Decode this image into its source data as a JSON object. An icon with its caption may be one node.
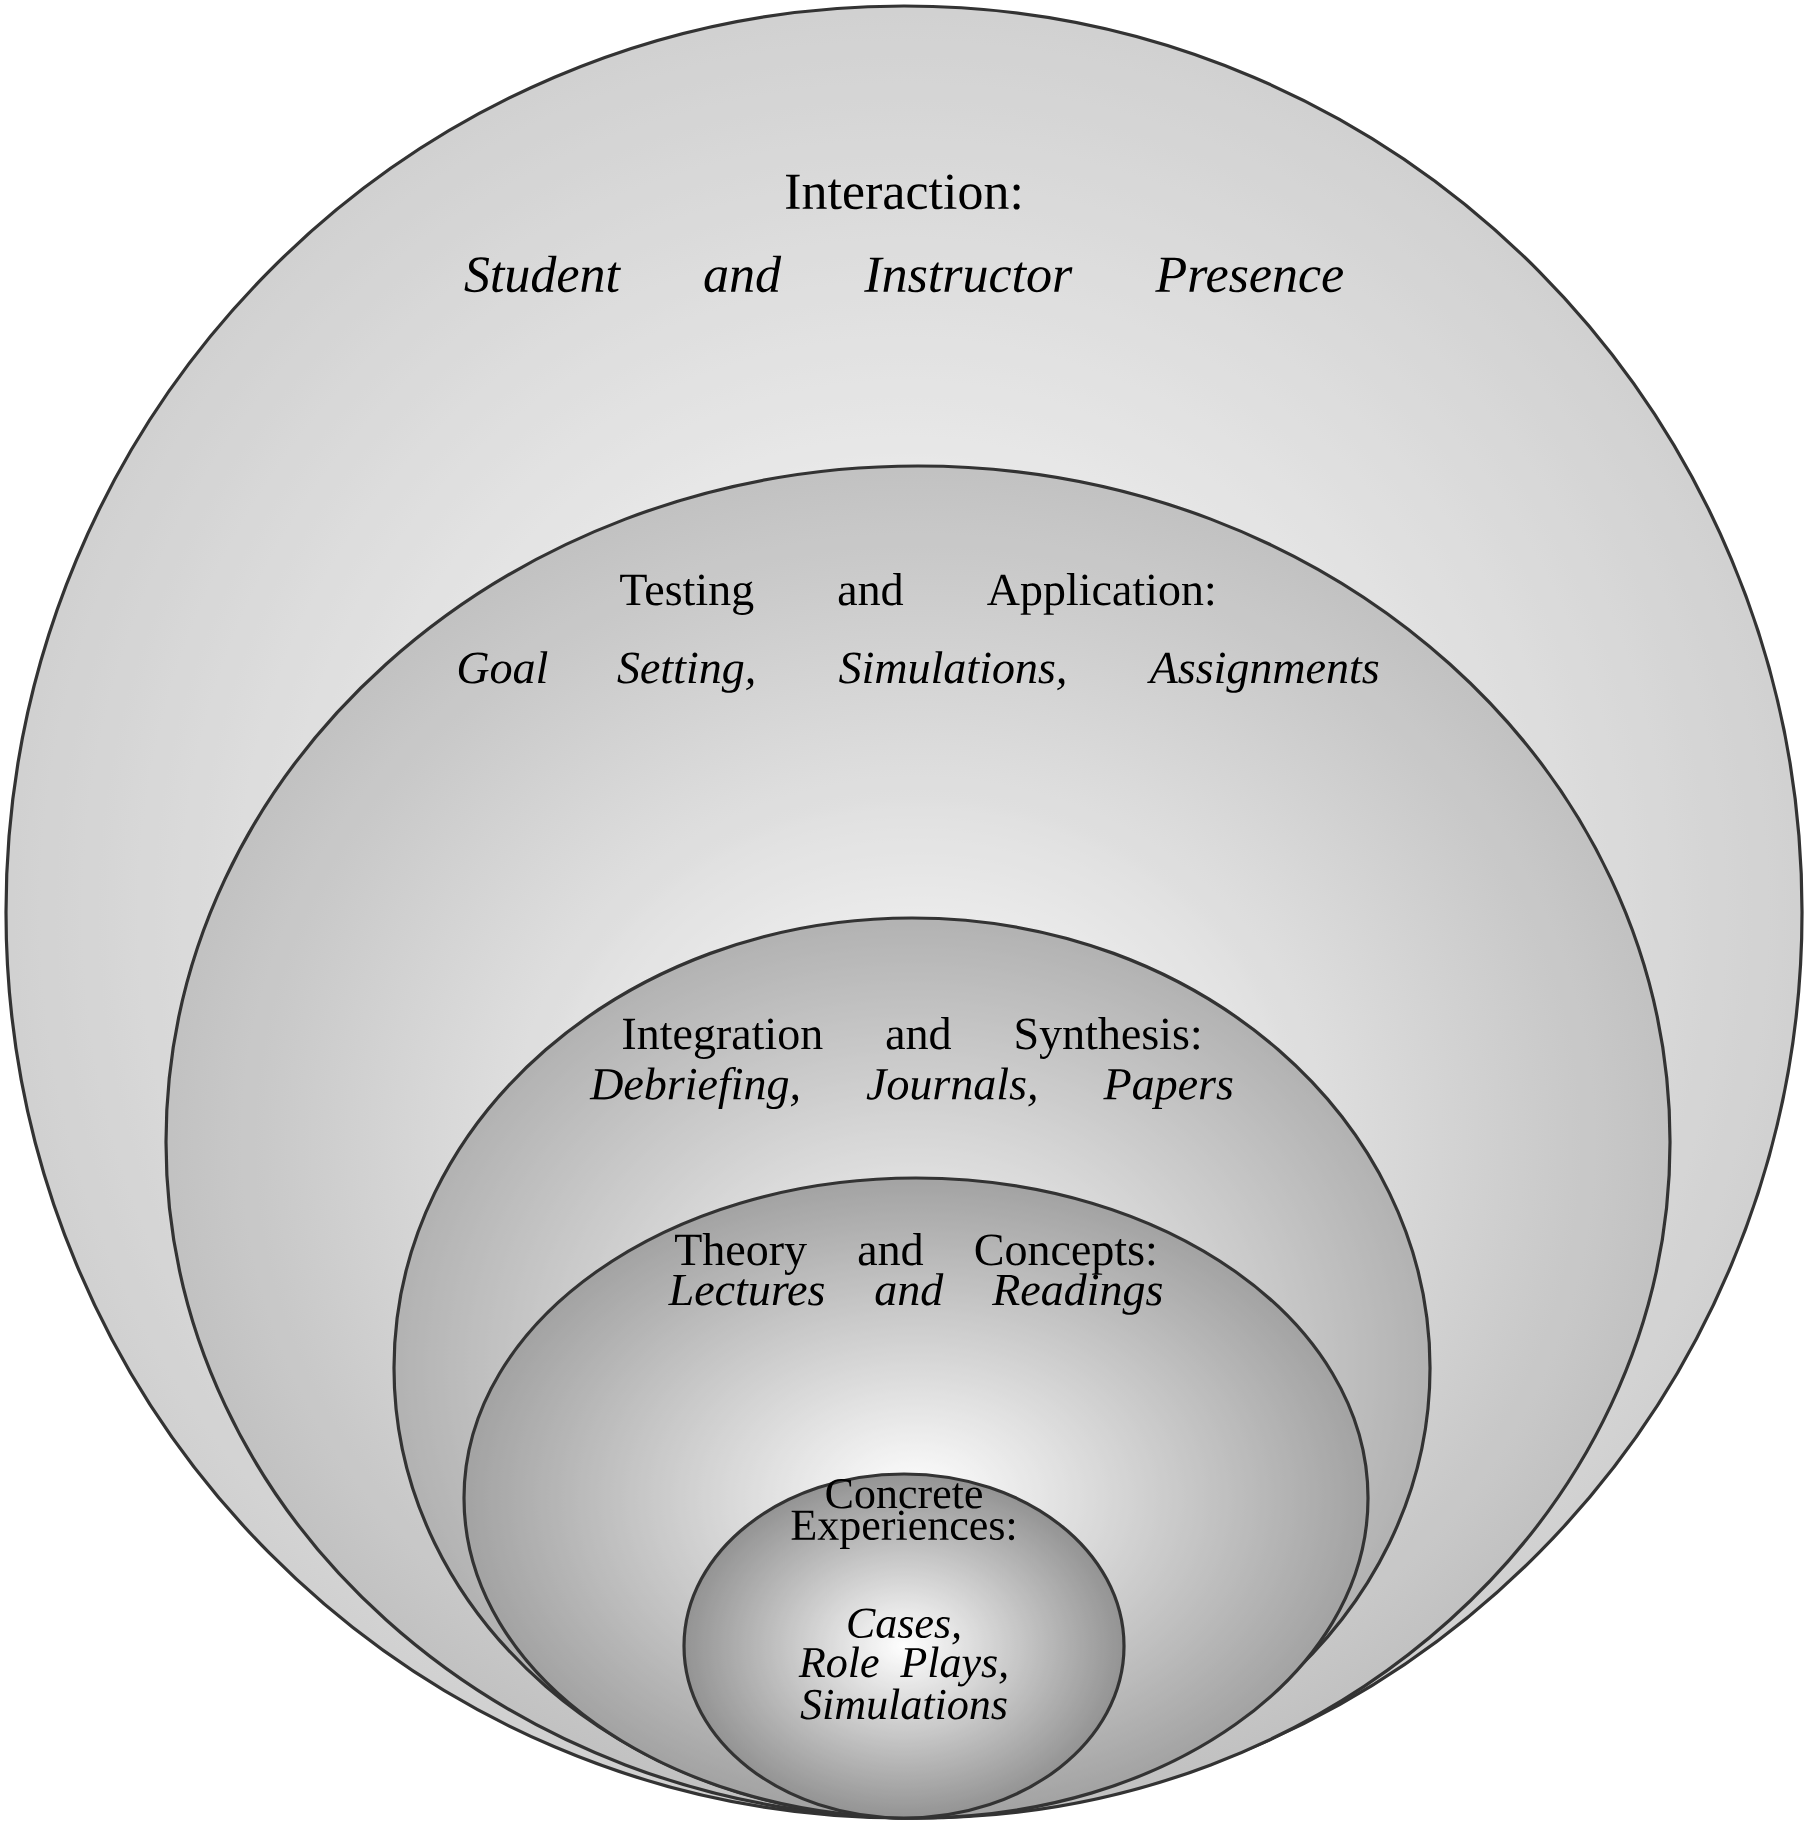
{
  "diagram": {
    "nodes": [
      {
        "text": [
          "Interaction:",
          "Student and Instructor Presence"
        ]
      },
      {
        "text": [
          "Testing and Application:",
          "Goal Setting, Simulations, Assignments"
        ],
        "in": 0
      },
      {
        "text": [
          "Integration and Synthesis:",
          "Debriefing, Journals, Papers"
        ],
        "in": 1
      },
      {
        "text": [
          "Theory and Concepts:",
          "Lectures and Readings"
        ],
        "in": 2
      },
      {
        "text": [
          "Concrete Experiences:",
          "Cases, Role Plays, Simulations"
        ],
        "in": 3
      }
    ]
  }
}
